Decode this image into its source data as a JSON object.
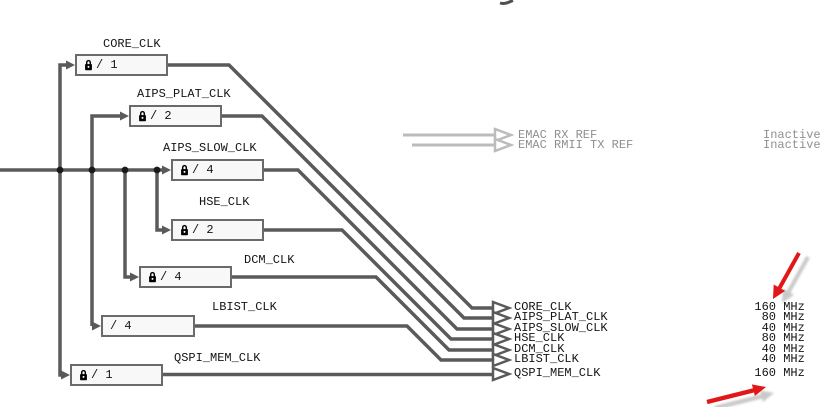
{
  "colors": {
    "wire_active": "#5a5a5a",
    "wire_inactive": "#bcbcbc",
    "box_fill": "#f8f8f8",
    "box_border": "#6a6a6a",
    "text": "#141414",
    "text_inactive": "#8f8f8f",
    "annotation_arrow": "#e21717"
  },
  "dividers": [
    {
      "name": "CORE_CLK",
      "value": "/ 1",
      "locked": true
    },
    {
      "name": "AIPS_PLAT_CLK",
      "value": "/ 2",
      "locked": true
    },
    {
      "name": "AIPS_SLOW_CLK",
      "value": "/ 4",
      "locked": true
    },
    {
      "name": "HSE_CLK",
      "value": "/ 2",
      "locked": true
    },
    {
      "name": "DCM_CLK",
      "value": "/ 4",
      "locked": true
    },
    {
      "name": "LBIST_CLK",
      "value": "/ 4",
      "locked": false
    },
    {
      "name": "QSPI_MEM_CLK",
      "value": "/ 1",
      "locked": true
    }
  ],
  "outputs": [
    {
      "label": "CORE_CLK",
      "freq": "160",
      "unit": "MHz"
    },
    {
      "label": "AIPS_PLAT_CLK",
      "freq": "80",
      "unit": "MHz"
    },
    {
      "label": "AIPS_SLOW_CLK",
      "freq": "40",
      "unit": "MHz"
    },
    {
      "label": "HSE_CLK",
      "freq": "80",
      "unit": "MHz"
    },
    {
      "label": "DCM_CLK",
      "freq": "40",
      "unit": "MHz"
    },
    {
      "label": "LBIST_CLK",
      "freq": "40",
      "unit": "MHz"
    },
    {
      "label": "QSPI_MEM_CLK",
      "freq": "160",
      "unit": "MHz"
    }
  ],
  "inactive_signals": [
    {
      "label": "EMAC RX REF",
      "status": "Inactive"
    },
    {
      "label": "EMAC RMII TX REF",
      "status": "Inactive"
    }
  ]
}
